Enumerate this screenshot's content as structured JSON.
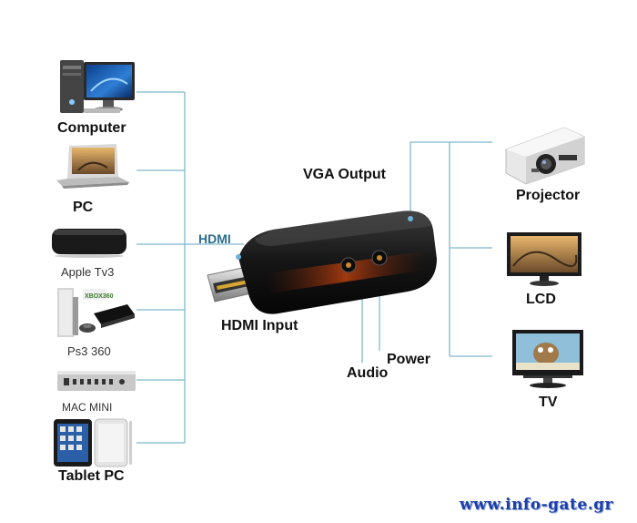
{
  "left_devices": [
    {
      "label": "Computer",
      "icon": "desktop-computer-icon",
      "style": "bold"
    },
    {
      "label": "PC",
      "icon": "laptop-icon",
      "style": "bold"
    },
    {
      "label": "Apple Tv3",
      "icon": "apple-tv-icon",
      "style": "thin"
    },
    {
      "label": "Ps3 360",
      "icon": "game-console-icon",
      "style": "thin"
    },
    {
      "label": "MAC MINI",
      "icon": "mac-mini-icon",
      "style": "small"
    },
    {
      "label": "Tablet PC",
      "icon": "tablet-icon",
      "style": "bold"
    }
  ],
  "right_devices": [
    {
      "label": "Projector",
      "icon": "projector-icon"
    },
    {
      "label": "LCD",
      "icon": "lcd-monitor-icon"
    },
    {
      "label": "TV",
      "icon": "tv-icon"
    }
  ],
  "adapter": {
    "hdmi_tag": "HDMI",
    "hdmi_input": "HDMI Input",
    "vga_output": "VGA Output",
    "audio": "Audio",
    "power": "Power"
  },
  "watermark": "www.info-gate.gr",
  "colors": {
    "connector_line": "#7fb8cc",
    "watermark": "#1b3fa8",
    "hdmi_tag": "#2b6d8e"
  }
}
